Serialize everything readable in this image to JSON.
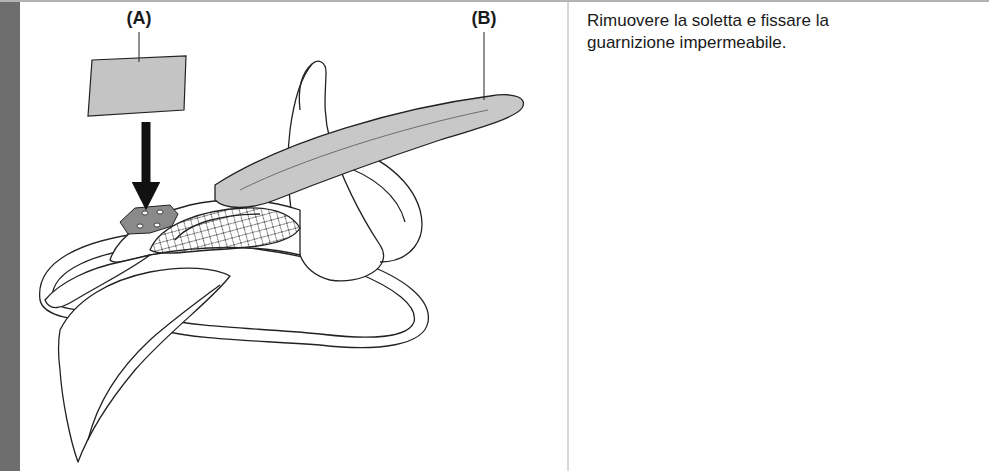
{
  "diagram": {
    "labels": [
      "(A)",
      "(B)",
      "Rimuovere la soletta e fissare la guarnizione impermeabile."
    ]
  }
}
